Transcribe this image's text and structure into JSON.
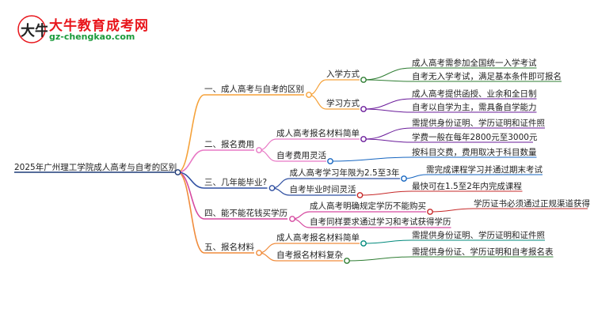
{
  "brand": {
    "name": "大牛教育成考网",
    "url": "gz-chengkao.com"
  },
  "root": "2025年广州理工学院成人高考与自考的区别",
  "sections": [
    {
      "label": "一、成人高考与自考的区别",
      "color": "#f5a23a",
      "children": [
        {
          "label": "入学方式",
          "leaves": [
            "成人高考需参加全国统一入学考试",
            "自考无入学考试，满足基本条件即可报名"
          ]
        },
        {
          "label": "学习方式",
          "leaves": [
            "成人高考提供函授、业余和全日制",
            "自考以自学为主，需具备自学能力"
          ]
        }
      ]
    },
    {
      "label": "二、报名费用",
      "color": "#e879c5",
      "children": [
        {
          "label": "成人高考报名材料简单",
          "leaves": [
            "需提供身份证明、学历证明和证件照",
            "学费一般在每年2800元至3000元"
          ]
        },
        {
          "label": "自考费用灵活",
          "leaves": [
            "按科目交费，费用取决于科目数量"
          ]
        }
      ]
    },
    {
      "label": "三、几年能毕业?",
      "color": "#2f4fa1",
      "children": [
        {
          "label": "成人高考学习年限为2.5至3年",
          "leaves": [
            "需完成课程学习并通过期末考试"
          ]
        },
        {
          "label": "自考毕业时间灵活",
          "leaves": [
            "最快可在1.5至2年内完成课程"
          ]
        }
      ]
    },
    {
      "label": "四、能不能花钱买学历",
      "color": "#d64aa0",
      "children": [
        {
          "label": "成人高考明确规定学历不能购买",
          "leaves": [
            "学历证书必须通过正规渠道获得"
          ]
        },
        {
          "label": "自考同样要求通过学习和考试获得学历",
          "leaves": []
        }
      ]
    },
    {
      "label": "五、报名材料",
      "color": "#f08c3c",
      "children": [
        {
          "label": "成人高考报名材料简单",
          "leaves": [
            "需提供身份证明、学历证明和证件照"
          ]
        },
        {
          "label": "自考报名材料复杂",
          "leaves": [
            "需提供身份证、学历证明和自考报名表"
          ]
        }
      ]
    }
  ]
}
